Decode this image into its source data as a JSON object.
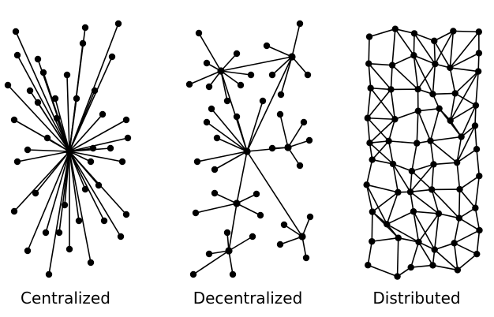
{
  "labels": {
    "centralized": "Centralized",
    "decentralized": "Decentralized",
    "distributed": "Distributed"
  },
  "colors": {
    "node": "#000000",
    "edge": "#000000",
    "background": "#ffffff"
  }
}
